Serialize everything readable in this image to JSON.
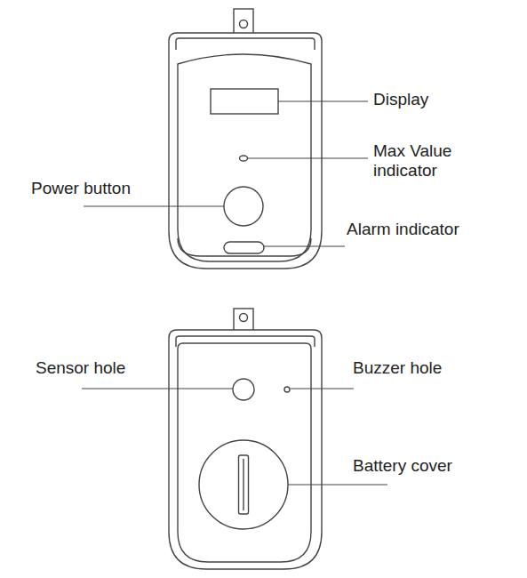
{
  "diagram": {
    "labels": [
      "Display",
      "Max Value indicator",
      "Power button",
      "Alarm indicator",
      "Sensor hole",
      "Buzzer hole",
      "Battery cover"
    ]
  }
}
